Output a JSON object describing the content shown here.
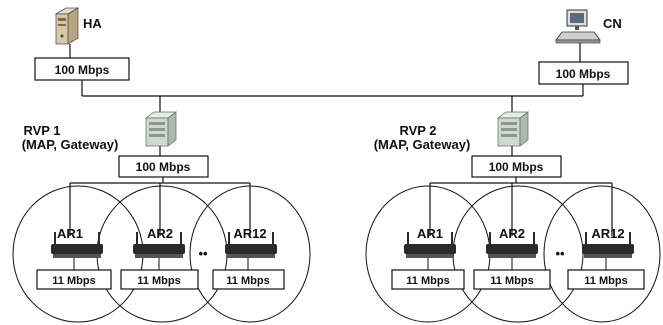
{
  "colors": {
    "line": "#111111",
    "box_border": "#111111",
    "box_fill": "#ffffff",
    "device_dark": "#2a2a2a",
    "device_light": "#cfd8cf"
  },
  "ha": {
    "label": "HA",
    "bandwidth": "100 Mbps",
    "icon": "server-icon"
  },
  "cn": {
    "label": "CN",
    "bandwidth": "100 Mbps",
    "icon": "computer-icon"
  },
  "rvps": [
    {
      "name": "RVP 1",
      "role": "(MAP, Gateway)",
      "bandwidth": "100 Mbps",
      "icon": "gateway-server-icon",
      "routers": [
        {
          "label": "AR1",
          "bandwidth": "11 Mbps"
        },
        {
          "label": "AR2",
          "bandwidth": "11 Mbps"
        },
        {
          "label": "AR12",
          "bandwidth": "11 Mbps"
        }
      ],
      "ellipsis": "••"
    },
    {
      "name": "RVP 2",
      "role": "(MAP, Gateway)",
      "bandwidth": "100 Mbps",
      "icon": "gateway-server-icon",
      "routers": [
        {
          "label": "AR1",
          "bandwidth": "11 Mbps"
        },
        {
          "label": "AR2",
          "bandwidth": "11 Mbps"
        },
        {
          "label": "AR12",
          "bandwidth": "11 Mbps"
        }
      ],
      "ellipsis": "••"
    }
  ]
}
